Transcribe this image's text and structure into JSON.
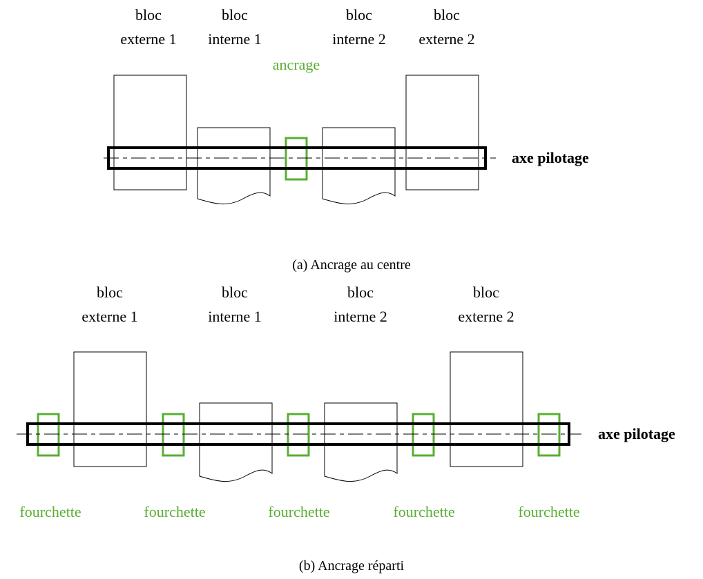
{
  "colors": {
    "anchor": "#5aae32",
    "ink": "#000000"
  },
  "panel_a": {
    "labels": {
      "bloc_ext1_l1": "bloc",
      "bloc_ext1_l2": "externe 1",
      "bloc_int1_l1": "bloc",
      "bloc_int1_l2": "interne 1",
      "bloc_int2_l1": "bloc",
      "bloc_int2_l2": "interne 2",
      "bloc_ext2_l1": "bloc",
      "bloc_ext2_l2": "externe 2",
      "ancrage": "ancrage",
      "axe": "axe pilotage"
    },
    "caption": "(a) Ancrage au centre"
  },
  "panel_b": {
    "labels": {
      "bloc_ext1_l1": "bloc",
      "bloc_ext1_l2": "externe 1",
      "bloc_int1_l1": "bloc",
      "bloc_int1_l2": "interne 1",
      "bloc_int2_l1": "bloc",
      "bloc_int2_l2": "interne 2",
      "bloc_ext2_l1": "bloc",
      "bloc_ext2_l2": "externe 2",
      "fourchette_1": "fourchette",
      "fourchette_2": "fourchette",
      "fourchette_3": "fourchette",
      "fourchette_4": "fourchette",
      "fourchette_5": "fourchette",
      "axe": "axe pilotage"
    },
    "caption": "(b) Ancrage réparti"
  }
}
